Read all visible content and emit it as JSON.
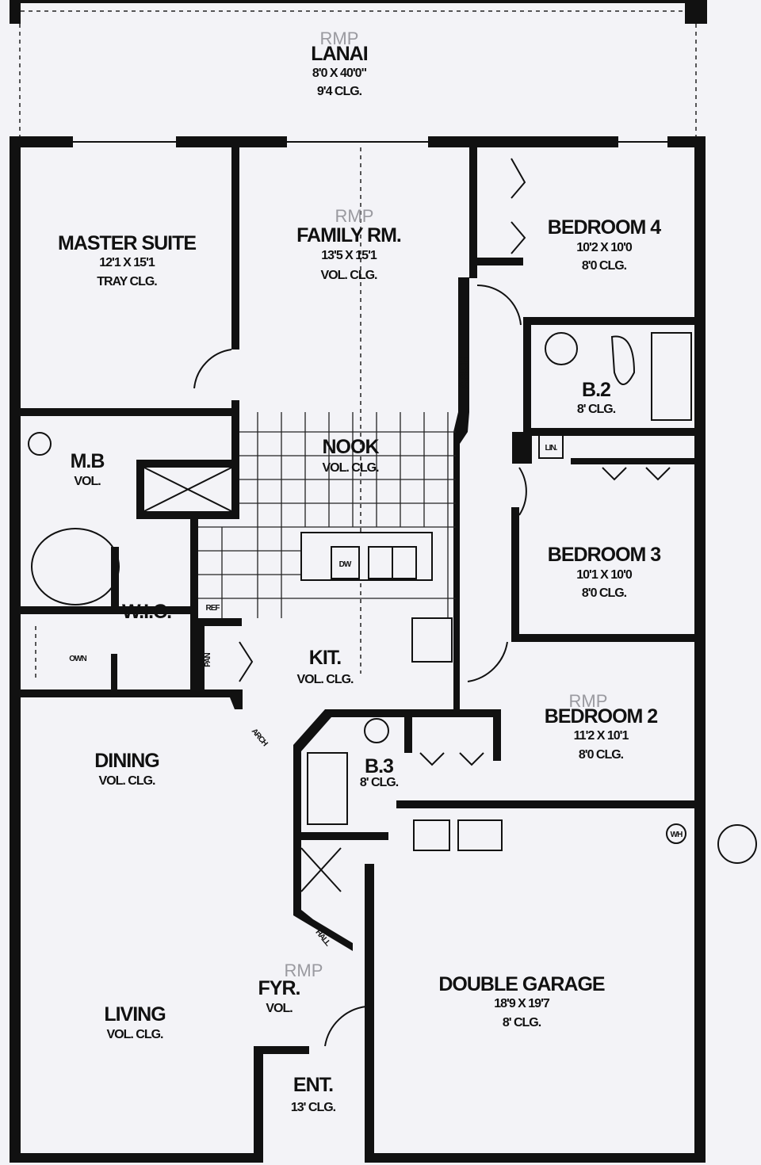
{
  "watermark": "RMP",
  "rooms": {
    "lanai": {
      "name": "LANAI",
      "size": "8'0 X 40'0\"",
      "ceiling": "9'4 CLG."
    },
    "master_suite": {
      "name": "MASTER SUITE",
      "size": "12'1 X 15'1",
      "ceiling": "TRAY CLG."
    },
    "family_rm": {
      "name": "FAMILY RM.",
      "size": "13'5 X 15'1",
      "ceiling": "VOL. CLG."
    },
    "bedroom4": {
      "name": "BEDROOM 4",
      "size": "10'2 X 10'0",
      "ceiling": "8'0 CLG."
    },
    "b2": {
      "name": "B.2",
      "ceiling": "8' CLG."
    },
    "lin": {
      "name": "LIN."
    },
    "arch1": {
      "name": "ARCH"
    },
    "mb": {
      "name": "M.B",
      "ceiling": "VOL."
    },
    "nook": {
      "name": "NOOK",
      "ceiling": "VOL. CLG."
    },
    "dw": {
      "name": "DW"
    },
    "ref": {
      "name": "REF"
    },
    "pan": {
      "name": "PAN"
    },
    "wic": {
      "name": "W.I.C."
    },
    "own": {
      "name": "OWN"
    },
    "bedroom3": {
      "name": "BEDROOM 3",
      "size": "10'1 X 10'0",
      "ceiling": "8'0 CLG."
    },
    "kit": {
      "name": "KIT.",
      "ceiling": "VOL. CLG."
    },
    "bedroom2": {
      "name": "BEDROOM 2",
      "size": "11'2 X 10'1",
      "ceiling": "8'0 CLG."
    },
    "arch2": {
      "name": "ARCH"
    },
    "dining": {
      "name": "DINING",
      "ceiling": "VOL. CLG."
    },
    "b3": {
      "name": "B.3",
      "ceiling": "8' CLG."
    },
    "wh": {
      "name": "WH"
    },
    "hall": {
      "name": "HALL"
    },
    "fyr": {
      "name": "FYR.",
      "ceiling": "VOL."
    },
    "double_garage": {
      "name": "DOUBLE GARAGE",
      "size": "18'9 X 19'7",
      "ceiling": "8' CLG."
    },
    "living": {
      "name": "LIVING",
      "ceiling": "VOL. CLG."
    },
    "ent": {
      "name": "ENT.",
      "ceiling": "13' CLG."
    }
  }
}
